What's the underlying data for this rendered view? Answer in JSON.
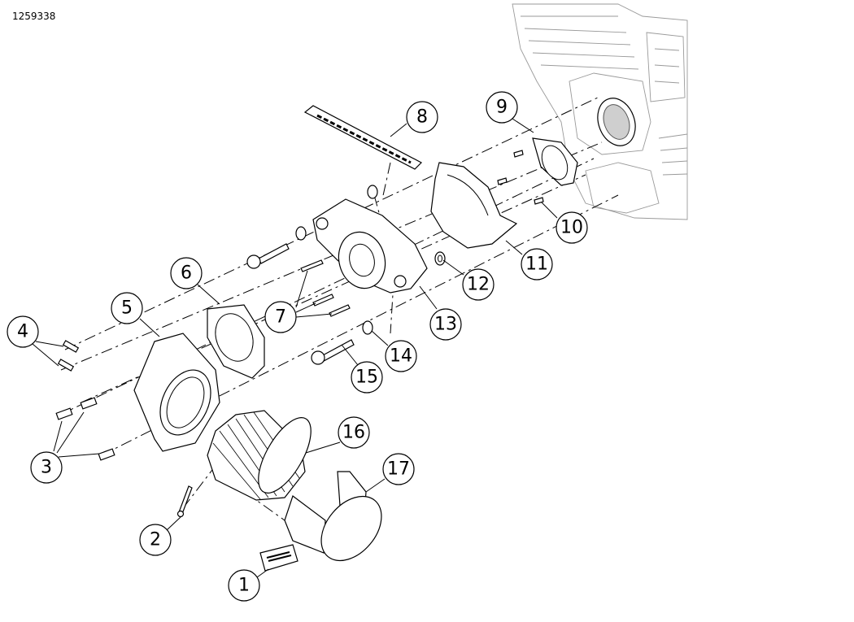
{
  "diagram_id": "1259338",
  "callouts": [
    {
      "label": "1"
    },
    {
      "label": "2"
    },
    {
      "label": "3"
    },
    {
      "label": "4"
    },
    {
      "label": "5"
    },
    {
      "label": "6"
    },
    {
      "label": "7"
    },
    {
      "label": "8"
    },
    {
      "label": "9"
    },
    {
      "label": "10"
    },
    {
      "label": "11"
    },
    {
      "label": "12"
    },
    {
      "label": "13"
    },
    {
      "label": "14"
    },
    {
      "label": "15"
    },
    {
      "label": "16"
    },
    {
      "label": "17"
    }
  ],
  "colors": {
    "line": "#000000",
    "engine": "#9a9a9a",
    "background": "#ffffff"
  }
}
